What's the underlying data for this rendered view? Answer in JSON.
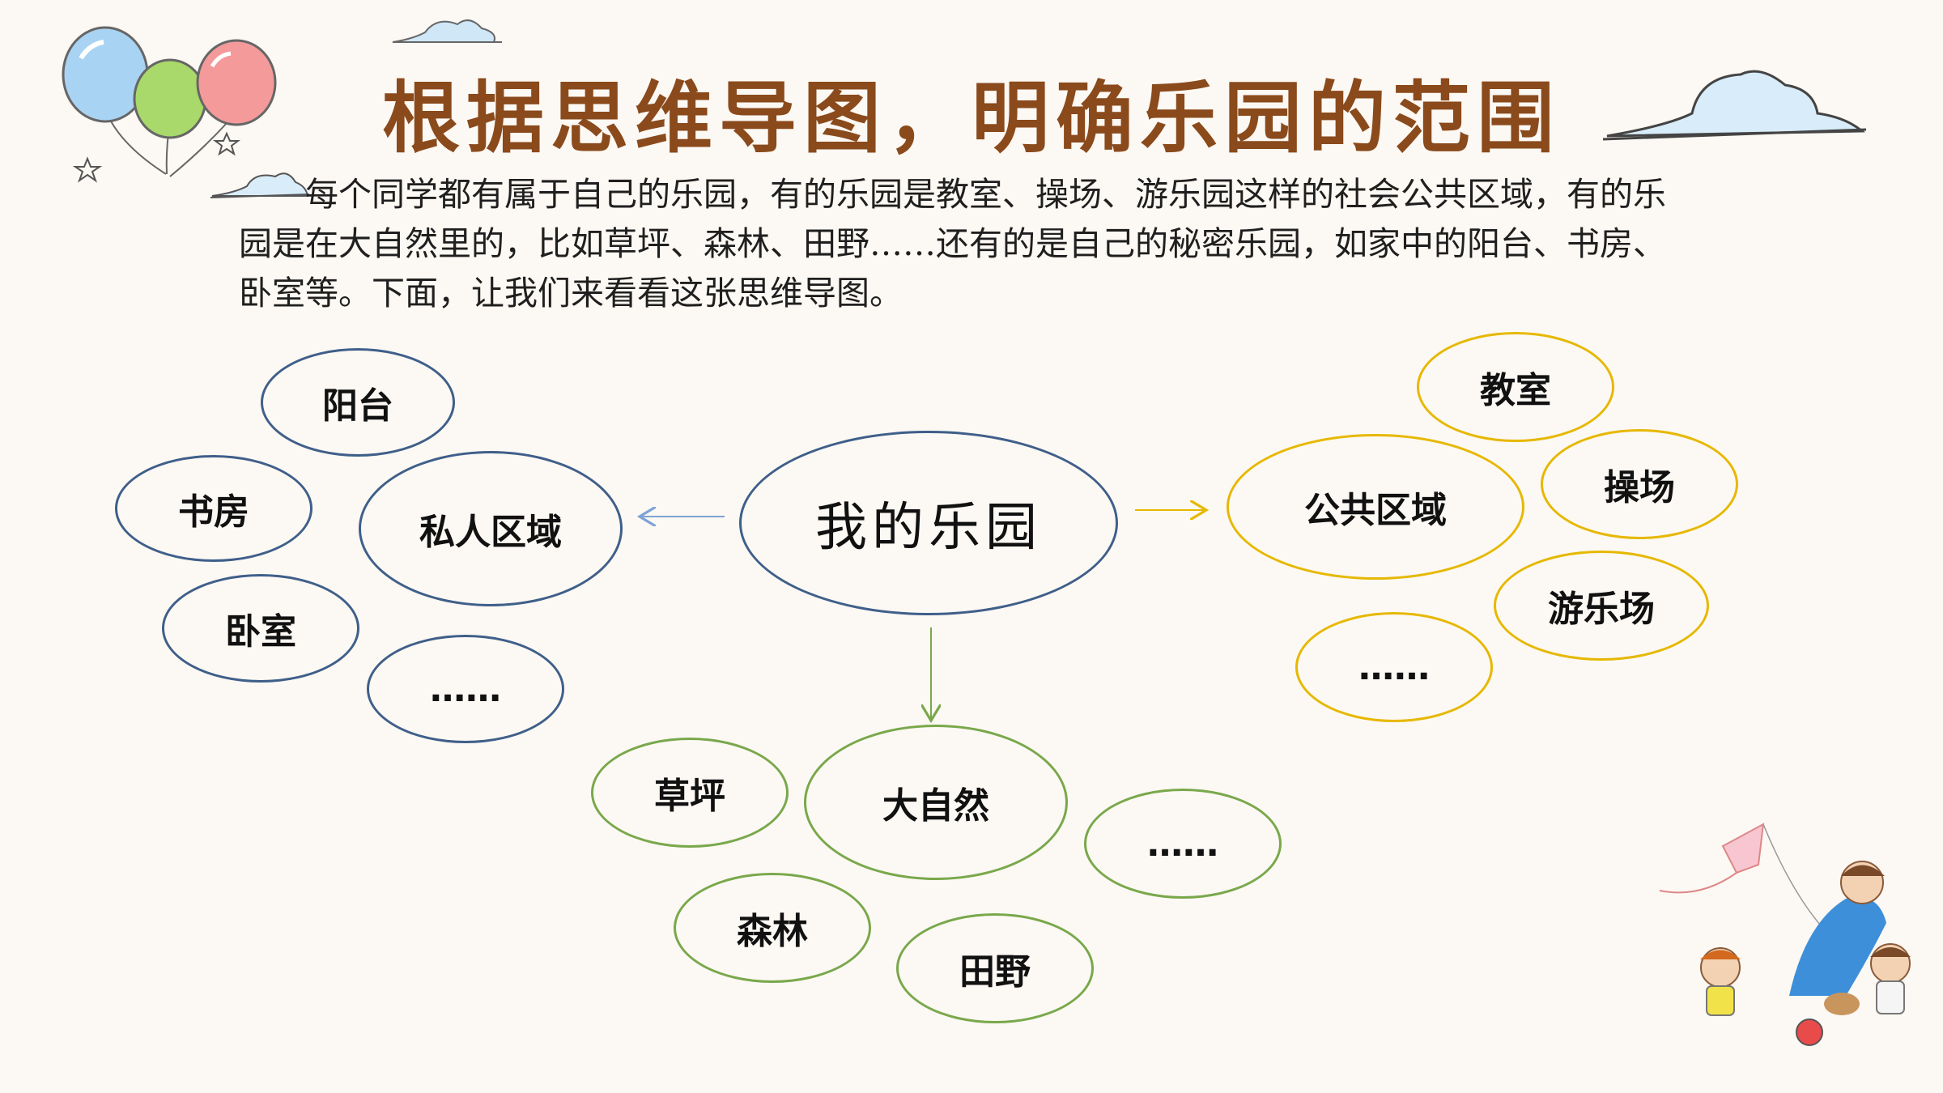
{
  "title": "根据思维导图，明确乐园的范围",
  "intro": "每个同学都有属于自己的乐园，有的乐园是教室、操场、游乐园这样的社会公共区域，有的乐园是在大自然里的，比如草坪、森林、田野……还有的是自己的秘密乐园，如家中的阳台、书房、卧室等。下面，让我们来看看这张思维导图。",
  "mindmap": {
    "center": "我的乐园",
    "private": {
      "label": "私人区域",
      "items": [
        "阳台",
        "书房",
        "卧室",
        "……"
      ]
    },
    "public": {
      "label": "公共区域",
      "items": [
        "教室",
        "操场",
        "游乐场",
        "……"
      ]
    },
    "nature": {
      "label": "大自然",
      "items": [
        "草坪",
        "森林",
        "田野",
        "……"
      ]
    }
  },
  "colors": {
    "title": "#8a4a1c",
    "private": "#3f5f8a",
    "public": "#e6b800",
    "nature": "#79a84b"
  },
  "decorations": [
    "balloons-icon",
    "cloud-icon",
    "star-icon",
    "kite-icon",
    "children-slide-illustration"
  ]
}
